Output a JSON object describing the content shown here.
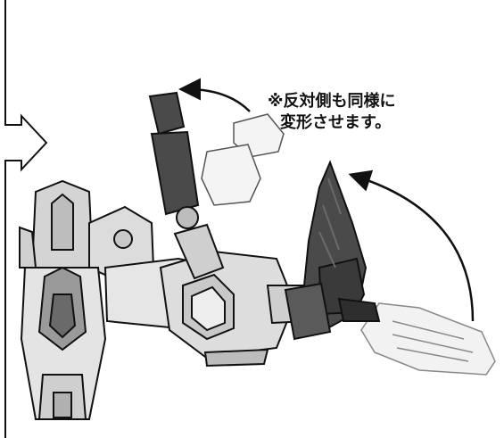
{
  "note": {
    "line1": "※反対側も同様に",
    "line2": "変形させます。"
  },
  "illustration": {
    "subject": "robot-mech-transformation",
    "arrows": [
      "rotate-arm-arrow",
      "rotate-wing-arrow",
      "step-arrow"
    ],
    "colors": {
      "dark_part": "#4a4a4a",
      "light_part": "#d8d8d8",
      "line": "#111111",
      "ghost": "#eeeeee"
    }
  }
}
